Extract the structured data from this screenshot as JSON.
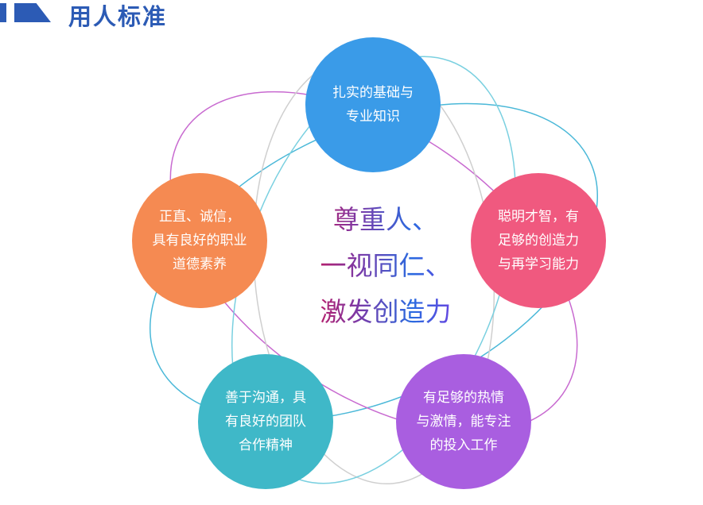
{
  "header": {
    "title": "用人标准"
  },
  "center": {
    "lines": [
      "尊重人、",
      "一视同仁、",
      "激发创造力"
    ]
  },
  "circles": [
    {
      "lines": [
        "扎实的基础与",
        "专业知识"
      ],
      "color": "#3a9be8"
    },
    {
      "lines": [
        "聪明才智，有",
        "足够的创造力",
        "与再学习能力"
      ],
      "color": "#f0597f"
    },
    {
      "lines": [
        "有足够的热情",
        "与激情，能专注",
        "的投入工作"
      ],
      "color": "#a95ee0"
    },
    {
      "lines": [
        "善于沟通，具",
        "有良好的团队",
        "合作精神"
      ],
      "color": "#3fb8c8"
    },
    {
      "lines": [
        "正直、诚信，",
        "具有良好的职业",
        "道德素养"
      ],
      "color": "#f58a52"
    }
  ]
}
